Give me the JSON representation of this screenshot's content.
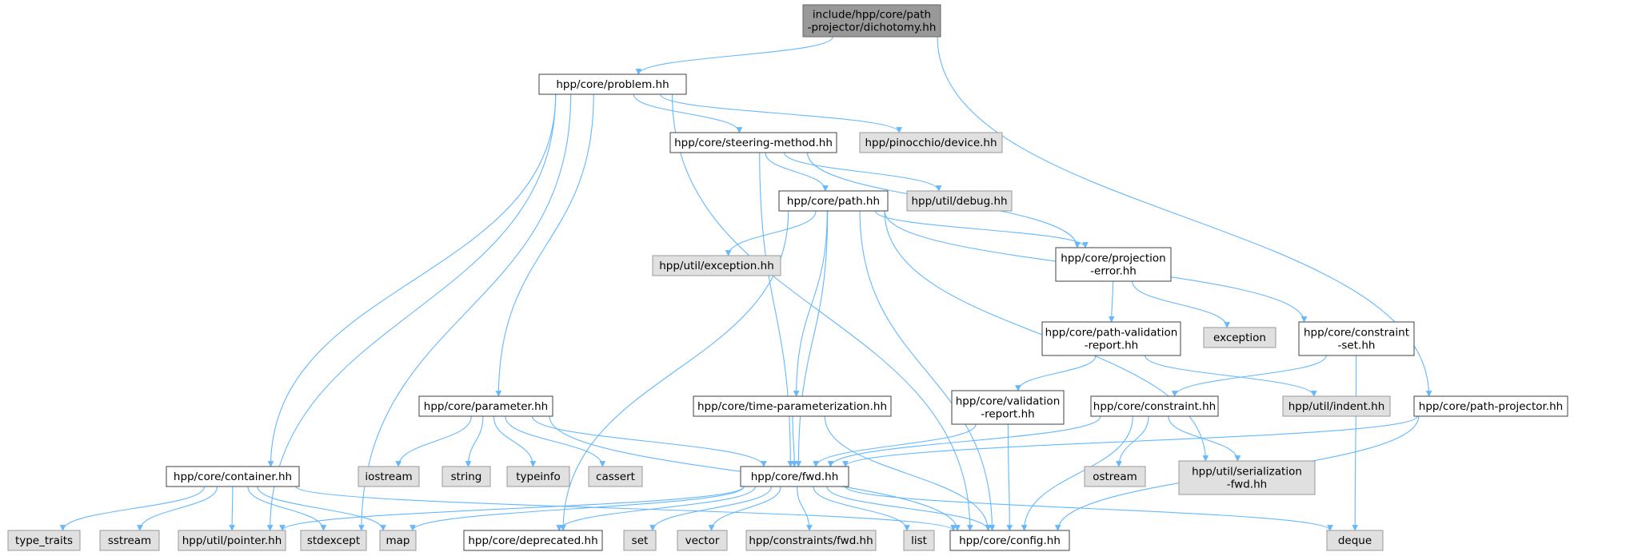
{
  "diagram": {
    "nodes": [
      {
        "id": "root",
        "kind": "root",
        "lines": [
          "include/hpp/core/path",
          "-projector/dichotomy.hh"
        ]
      },
      {
        "id": "problem",
        "kind": "normal",
        "lines": [
          "hpp/core/problem.hh"
        ]
      },
      {
        "id": "steering",
        "kind": "normal",
        "lines": [
          "hpp/core/steering-method.hh"
        ]
      },
      {
        "id": "pinocchio_device",
        "kind": "ext",
        "lines": [
          "hpp/pinocchio/device.hh"
        ]
      },
      {
        "id": "path",
        "kind": "normal",
        "lines": [
          "hpp/core/path.hh"
        ]
      },
      {
        "id": "util_debug",
        "kind": "ext",
        "lines": [
          "hpp/util/debug.hh"
        ]
      },
      {
        "id": "util_exception",
        "kind": "ext",
        "lines": [
          "hpp/util/exception.hh"
        ]
      },
      {
        "id": "projection_error",
        "kind": "normal",
        "lines": [
          "hpp/core/projection",
          "-error.hh"
        ]
      },
      {
        "id": "path_validation_report",
        "kind": "normal",
        "lines": [
          "hpp/core/path-validation",
          "-report.hh"
        ]
      },
      {
        "id": "exception",
        "kind": "ext",
        "lines": [
          "exception"
        ]
      },
      {
        "id": "constraint_set",
        "kind": "normal",
        "lines": [
          "hpp/core/constraint",
          "-set.hh"
        ]
      },
      {
        "id": "parameter",
        "kind": "normal",
        "lines": [
          "hpp/core/parameter.hh"
        ]
      },
      {
        "id": "time_param",
        "kind": "normal",
        "lines": [
          "hpp/core/time-parameterization.hh"
        ]
      },
      {
        "id": "validation_report",
        "kind": "normal",
        "lines": [
          "hpp/core/validation",
          "-report.hh"
        ]
      },
      {
        "id": "util_indent",
        "kind": "ext",
        "lines": [
          "hpp/util/indent.hh"
        ]
      },
      {
        "id": "constraint",
        "kind": "normal",
        "lines": [
          "hpp/core/constraint.hh"
        ]
      },
      {
        "id": "path_projector",
        "kind": "normal",
        "lines": [
          "hpp/core/path-projector.hh"
        ]
      },
      {
        "id": "iostream",
        "kind": "ext",
        "lines": [
          "iostream"
        ]
      },
      {
        "id": "string",
        "kind": "ext",
        "lines": [
          "string"
        ]
      },
      {
        "id": "typeinfo",
        "kind": "ext",
        "lines": [
          "typeinfo"
        ]
      },
      {
        "id": "cassert",
        "kind": "ext",
        "lines": [
          "cassert"
        ]
      },
      {
        "id": "fwd",
        "kind": "normal",
        "lines": [
          "hpp/core/fwd.hh"
        ]
      },
      {
        "id": "ostream",
        "kind": "ext",
        "lines": [
          "ostream"
        ]
      },
      {
        "id": "util_serialization",
        "kind": "ext",
        "lines": [
          "hpp/util/serialization",
          "-fwd.hh"
        ]
      },
      {
        "id": "container",
        "kind": "normal",
        "lines": [
          "hpp/core/container.hh"
        ]
      },
      {
        "id": "type_traits",
        "kind": "ext",
        "lines": [
          "type_traits"
        ]
      },
      {
        "id": "sstream",
        "kind": "ext",
        "lines": [
          "sstream"
        ]
      },
      {
        "id": "util_pointer",
        "kind": "ext",
        "lines": [
          "hpp/util/pointer.hh"
        ]
      },
      {
        "id": "stdexcept",
        "kind": "ext",
        "lines": [
          "stdexcept"
        ]
      },
      {
        "id": "map",
        "kind": "ext",
        "lines": [
          "map"
        ]
      },
      {
        "id": "deprecated",
        "kind": "normal",
        "lines": [
          "hpp/core/deprecated.hh"
        ]
      },
      {
        "id": "set",
        "kind": "ext",
        "lines": [
          "set"
        ]
      },
      {
        "id": "vector",
        "kind": "ext",
        "lines": [
          "vector"
        ]
      },
      {
        "id": "constraints_fwd",
        "kind": "ext",
        "lines": [
          "hpp/constraints/fwd.hh"
        ]
      },
      {
        "id": "list",
        "kind": "ext",
        "lines": [
          "list"
        ]
      },
      {
        "id": "config",
        "kind": "normal",
        "lines": [
          "hpp/core/config.hh"
        ]
      },
      {
        "id": "deque",
        "kind": "ext",
        "lines": [
          "deque"
        ]
      }
    ],
    "edges": [
      [
        "root",
        "problem"
      ],
      [
        "root",
        "path_projector"
      ],
      [
        "problem",
        "steering"
      ],
      [
        "problem",
        "pinocchio_device"
      ],
      [
        "problem",
        "parameter"
      ],
      [
        "problem",
        "container"
      ],
      [
        "problem",
        "util_pointer"
      ],
      [
        "problem",
        "stdexcept"
      ],
      [
        "problem",
        "config"
      ],
      [
        "steering",
        "path"
      ],
      [
        "steering",
        "util_debug"
      ],
      [
        "steering",
        "projection_error"
      ],
      [
        "steering",
        "fwd"
      ],
      [
        "path",
        "util_exception"
      ],
      [
        "path",
        "projection_error"
      ],
      [
        "path",
        "constraint_set"
      ],
      [
        "path",
        "time_param"
      ],
      [
        "path",
        "fwd"
      ],
      [
        "path",
        "config"
      ],
      [
        "path",
        "util_serialization"
      ],
      [
        "path",
        "deprecated"
      ],
      [
        "projection_error",
        "path_validation_report"
      ],
      [
        "projection_error",
        "exception"
      ],
      [
        "path_validation_report",
        "validation_report"
      ],
      [
        "path_validation_report",
        "util_indent"
      ],
      [
        "constraint_set",
        "constraint"
      ],
      [
        "constraint_set",
        "deque"
      ],
      [
        "parameter",
        "iostream"
      ],
      [
        "parameter",
        "string"
      ],
      [
        "parameter",
        "typeinfo"
      ],
      [
        "parameter",
        "cassert"
      ],
      [
        "parameter",
        "fwd"
      ],
      [
        "parameter",
        "config"
      ],
      [
        "time_param",
        "fwd"
      ],
      [
        "time_param",
        "config"
      ],
      [
        "validation_report",
        "fwd"
      ],
      [
        "validation_report",
        "config"
      ],
      [
        "constraint",
        "fwd"
      ],
      [
        "constraint",
        "ostream"
      ],
      [
        "constraint",
        "util_serialization"
      ],
      [
        "constraint",
        "config"
      ],
      [
        "path_projector",
        "fwd"
      ],
      [
        "path_projector",
        "config"
      ],
      [
        "container",
        "type_traits"
      ],
      [
        "container",
        "sstream"
      ],
      [
        "container",
        "util_pointer"
      ],
      [
        "container",
        "stdexcept"
      ],
      [
        "container",
        "map"
      ],
      [
        "container",
        "config"
      ],
      [
        "fwd",
        "util_pointer"
      ],
      [
        "fwd",
        "map"
      ],
      [
        "fwd",
        "deprecated"
      ],
      [
        "fwd",
        "set"
      ],
      [
        "fwd",
        "vector"
      ],
      [
        "fwd",
        "constraints_fwd"
      ],
      [
        "fwd",
        "list"
      ],
      [
        "fwd",
        "config"
      ],
      [
        "fwd",
        "deque"
      ]
    ]
  }
}
